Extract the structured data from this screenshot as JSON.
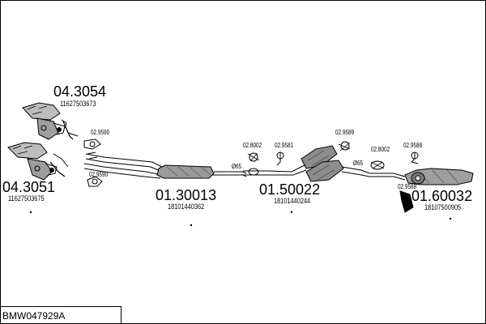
{
  "diagram": {
    "parts": [
      {
        "number": "04.3054",
        "oem": "11627503673"
      },
      {
        "number": "04.3051",
        "oem": "11627503675"
      },
      {
        "number": "01.30013",
        "oem": "18101440362"
      },
      {
        "number": "01.50022",
        "oem": "18101440244"
      },
      {
        "number": "01.60032",
        "oem": "18107500905"
      }
    ],
    "accessories": [
      "02.9590",
      "02.9590",
      "02.8002",
      "02.9581",
      "02.9589",
      "02.8002",
      "02.9588",
      "02.9588"
    ],
    "pipe_labels": [
      "Ø65",
      "Ø65"
    ],
    "set_code": "BMW047929A"
  }
}
